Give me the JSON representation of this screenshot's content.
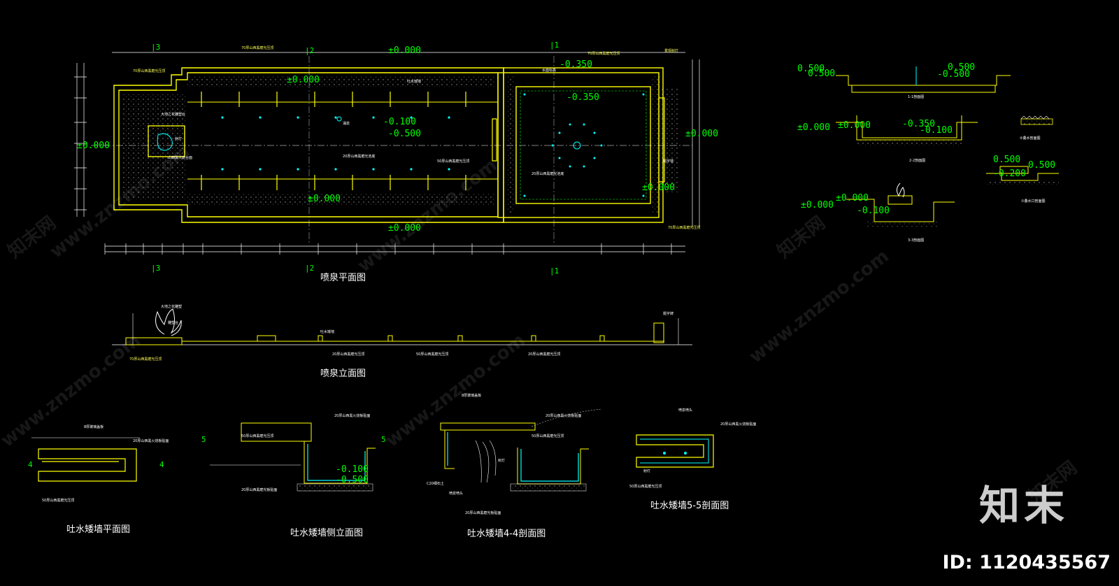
{
  "titles": {
    "plan": "喷泉平面图",
    "elevation": "喷泉立面图",
    "wall_plan": "吐水矮墙平面图",
    "wall_side": "吐水矮墙侧立面图",
    "wall_44": "吐水矮墙4-4剖面图",
    "wall_55": "吐水矮墙5-5剖面图",
    "sec11": "1-1剖面图",
    "sec22": "2-2剖面图",
    "sec33": "3-3剖面图",
    "detail_edge": "②叠水剖面图",
    "detail_inlet": "①叠水口剖面图"
  },
  "levels": {
    "zero": "±0.000",
    "m100": "-0.100",
    "m500": "-0.500",
    "m350": "-0.350",
    "p500": "0.500",
    "v200": "-0.200"
  },
  "axes": {
    "a1": "1",
    "a2": "2",
    "a3": "3"
  },
  "notes": {
    "plan_top_edge": "70厚山西黑磨光压顶",
    "plan_top_right": "70厚山西黑磨光压顶",
    "plan_left_top": "70厚山西黑磨光压顶",
    "plan_bot_right": "70厚山西黑磨光压顶",
    "lamp": "景观射灯",
    "fire_sculpture": "大地之花雕塑台",
    "spring_lamp": "射灯",
    "fire_base": "山西黑火烧台面",
    "spout_wall": "吐水矮墙",
    "nozzle": "涌泉",
    "pool_bottom": "20厚山西黑磨光池底",
    "water_step": "水面标高",
    "step_face": "50厚山西黑磨光压顶",
    "pool_floor": "20厚山西黑磨光池底",
    "text_board": "题字墙",
    "elev_sculpture": "大地之花雕塑",
    "elev_base": "雕塑台",
    "elev_wall": "吐水矮墙",
    "elev_cap1": "20厚山西黑磨光压顶",
    "elev_cap2": "50厚山西黑磨光压顶",
    "elev_cap3": "20厚山西黑磨光压顶",
    "elev_edge": "70厚山西黑磨光压顶",
    "elev_board": "题字牌",
    "wp_top": "8厚玻璃盖板",
    "wp_right": "20厚山西黑火烧板贴面",
    "wp_bot": "50厚山西黑磨光压顶",
    "ws_cap": "50厚山西黑磨光压顶",
    "ws_right": "20厚山西黑火烧板贴面",
    "ws_bottom": "20厚山西黑磨光板贴面",
    "w44_top": "8厚玻璃盖板",
    "w44_right": "20厚山西黑火烧板贴面",
    "w44_cap": "50厚山西黑磨光压顶",
    "w44_lamp": "射灯",
    "w44_nozzle": "喷泉喷头",
    "w44_c20": "C20细石土",
    "w44_bottom": "20厚山西黑磨光板贴面",
    "w55_nozzle": "喷泉喷头",
    "w55_right": "20厚山西黑火烧板贴面",
    "w55_lamp": "射灯",
    "w55_bot": "50厚山西黑磨光压顶"
  },
  "watermark": {
    "text": "www.znzmo.com",
    "brand": "知末网"
  },
  "logo": "知末",
  "image_id": "ID: 1120435567"
}
